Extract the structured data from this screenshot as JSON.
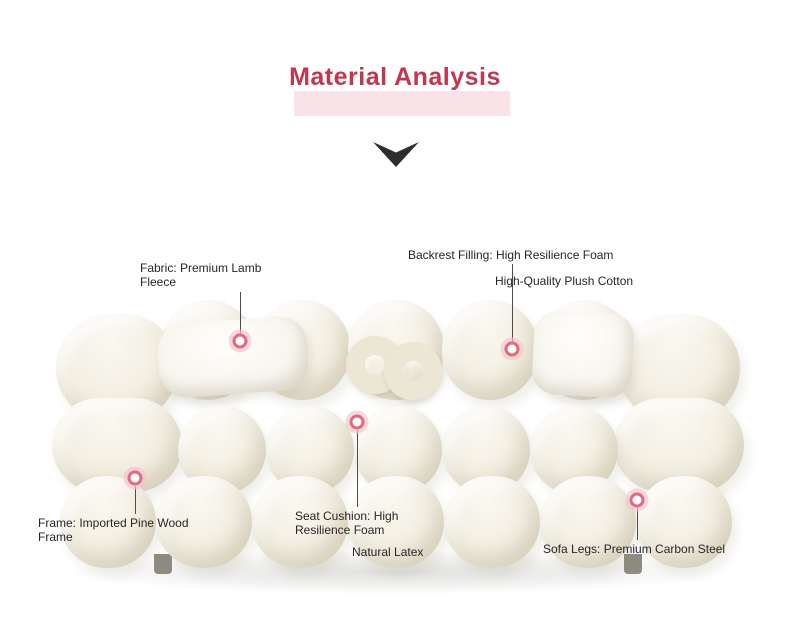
{
  "header": {
    "title": "Material Analysis"
  },
  "icons": {
    "down_arrow": "chevron-down"
  },
  "callouts": {
    "fabric": {
      "label": "Fabric: Premium Lamb Fleece"
    },
    "backrest_filling": {
      "label": "Backrest Filling: High Resilience Foam"
    },
    "plush_cotton": {
      "label": "High-Quality Plush Cotton"
    },
    "frame": {
      "label": "Frame: Imported Pine Wood Frame"
    },
    "seat_cushion": {
      "label": "Seat Cushion: High Resilience Foam"
    },
    "natural_latex": {
      "label": "Natural Latex"
    },
    "sofa_legs": {
      "label": "Sofa Legs: Premium Carbon Steel"
    }
  },
  "colors": {
    "accent_title": "#c2374f",
    "title_highlight": "#fae3e8",
    "marker_ring": "#e5697e",
    "marker_halo": "#f0c4cd",
    "pointer_line": "#4d4d4d",
    "label_text": "#262626",
    "sofa_cream": "#f2eee1",
    "background": "#ffffff"
  }
}
